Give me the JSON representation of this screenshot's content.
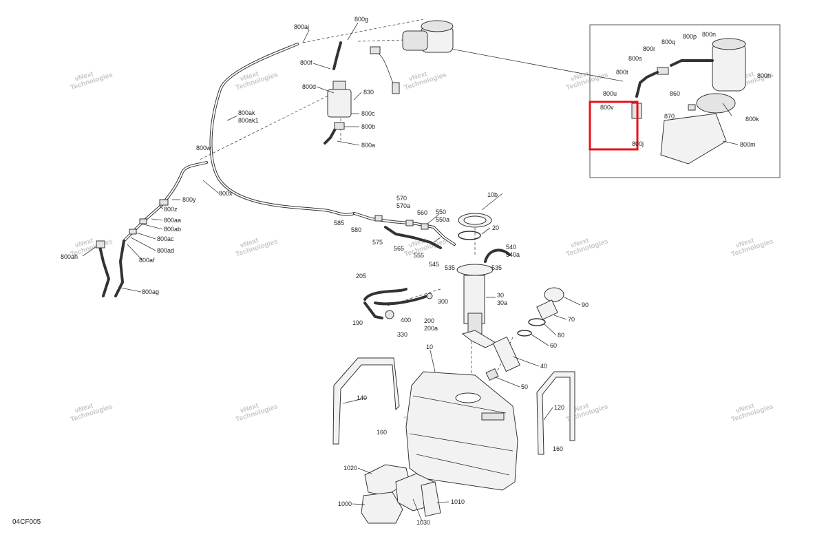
{
  "diagram": {
    "code": "04CF005",
    "watermark_line1": "vNext",
    "watermark_line2": "Technologies",
    "highlight_color": "#e8101a",
    "labels": {
      "l800aj": "800aj",
      "l800g": "800g",
      "l800f": "800f",
      "l800d": "800d",
      "l830": "830",
      "l800c": "800c",
      "l800b": "800b",
      "l800a": "800a",
      "l800ak": "800ak",
      "l800ak1": "800ak1",
      "l800w": "800w",
      "l800x": "800x",
      "l800y": "800y",
      "l800z": "800z",
      "l800aa": "800aa",
      "l800ab": "800ab",
      "l800ac": "800ac",
      "l800ad": "800ad",
      "l800af": "800af",
      "l800ah": "800ah",
      "l800ag": "800ag",
      "l800n": "800n",
      "l800p": "800p",
      "l800q": "800q",
      "l800r": "800r",
      "l800s": "800s",
      "l800t": "800t",
      "l800h": "800h",
      "l800u": "800u",
      "l860": "860",
      "l800v": "800v",
      "l870": "870",
      "l800k": "800k",
      "l800j": "800j",
      "l800m": "800m",
      "l10b": "10b",
      "l570": "570",
      "l570a": "570a",
      "l560": "560",
      "l550": "550",
      "l550a": "550a",
      "l585": "585",
      "l580": "580",
      "l575": "575",
      "l565": "565",
      "l555": "555",
      "l545": "545",
      "l535a": "535",
      "l535b": "535",
      "l20": "20",
      "l540": "540",
      "l540a": "540a",
      "l205": "205",
      "l300": "300",
      "l30": "30",
      "l30a": "30a",
      "l190": "190",
      "l400": "400",
      "l200": "200",
      "l200a": "200a",
      "l330": "330",
      "l90": "90",
      "l70": "70",
      "l80": "80",
      "l60": "60",
      "l40": "40",
      "l50": "50",
      "l10": "10",
      "l140": "140",
      "l120": "120",
      "l160a": "160",
      "l160b": "160",
      "l1020": "1020",
      "l1000": "1000",
      "l1030": "1030",
      "l1010": "1010"
    }
  }
}
